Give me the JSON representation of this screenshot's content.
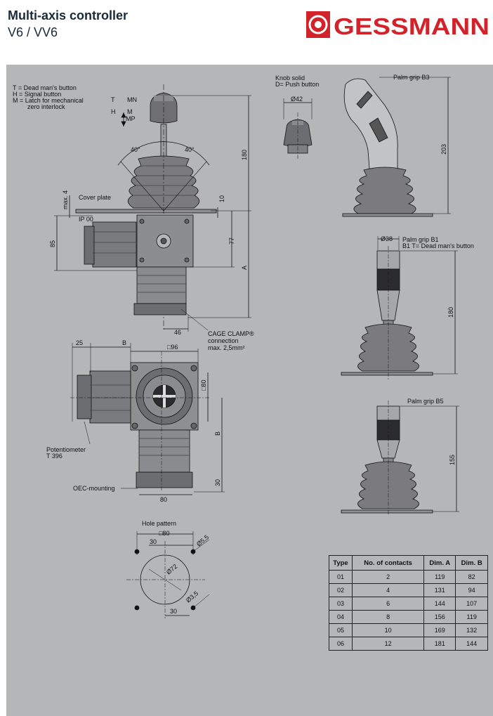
{
  "header": {
    "title": "Multi-axis controller",
    "subtitle": "V6 / VV6",
    "brand": "GESSMANN"
  },
  "colors": {
    "brand_red": "#d2232a",
    "sheet_gray": "#b5b6b8",
    "title_dark": "#1a2a3a"
  },
  "legend": {
    "line1": "T = Dead man's button",
    "line2": "H = Signal button",
    "line3": "M = Latch for mechanical",
    "line4": "zero interlock"
  },
  "labels": {
    "knob_solid": "Knob solid",
    "push_button": "D= Push button",
    "palm_grip_b3": "Palm grip B3",
    "palm_grip_b1": "Palm grip B1",
    "b1_dead_man": "B1 T= Dead man's button",
    "palm_grip_b5": "Palm grip B5",
    "cover_plate": "Cover plate",
    "ip00": "IP 00",
    "cage_clamp_1": "CAGE CLAMP®",
    "cage_clamp_2": "connection",
    "cage_clamp_3": "max. 2,5mm²",
    "potentiometer_1": "Potentiometer",
    "potentiometer_2": "T 396",
    "oec_mounting": "OEC-mounting",
    "hole_pattern": "Hole pattern",
    "T": "T",
    "MN": "MN",
    "H": "H",
    "M": "M",
    "MP": "MP"
  },
  "dimensions": {
    "angle_left": "40°",
    "angle_right": "40°",
    "d180": "180",
    "d10": "10",
    "d77": "77",
    "dA": "A",
    "dmax4": "max. 4",
    "d85": "85",
    "d46": "46",
    "d42": "Ø42",
    "d203": "203",
    "d38": "Ø38",
    "d180b": "180",
    "d155": "155",
    "d25": "25",
    "dB": "B",
    "d96": "□96",
    "d80sq": "□80",
    "dB2": "B",
    "d30": "30",
    "d80": "80",
    "hp_80": "□80",
    "hp_30a": "30",
    "hp_55": "Ø5,5",
    "hp_72": "Ø72",
    "hp_35": "Ø3,5",
    "hp_30b": "30"
  },
  "table": {
    "headers": [
      "Type",
      "No. of contacts",
      "Dim. A",
      "Dim. B"
    ],
    "rows": [
      [
        "01",
        "2",
        "119",
        "82"
      ],
      [
        "02",
        "4",
        "131",
        "94"
      ],
      [
        "03",
        "6",
        "144",
        "107"
      ],
      [
        "04",
        "8",
        "156",
        "119"
      ],
      [
        "05",
        "10",
        "169",
        "132"
      ],
      [
        "06",
        "12",
        "181",
        "144"
      ]
    ]
  }
}
